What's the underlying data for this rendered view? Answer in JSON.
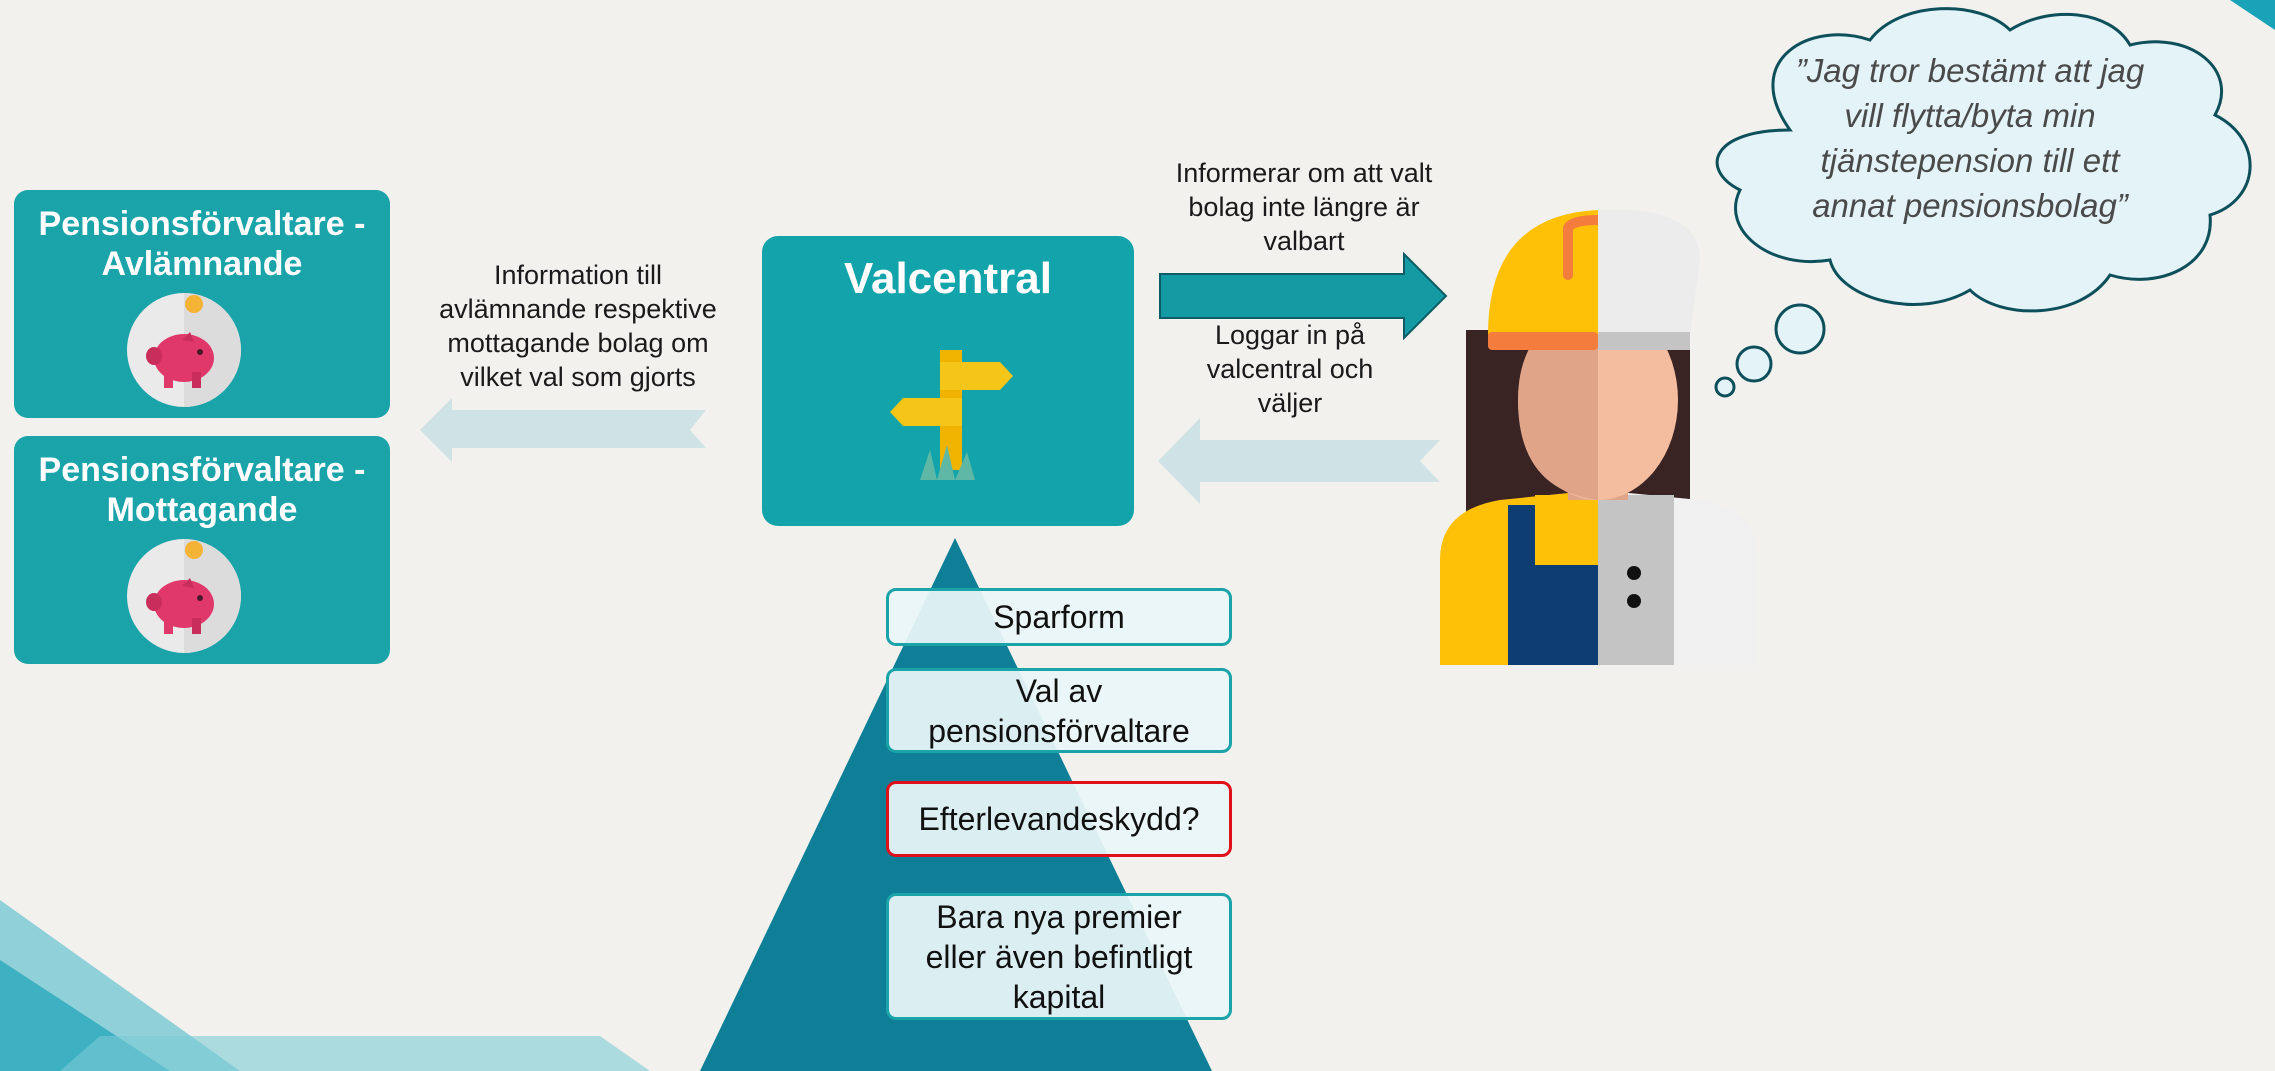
{
  "colors": {
    "teal": "#1aa3a9",
    "dark_teal": "#0e7f96",
    "light_arrow": "#cfe3e6",
    "highlight_border": "#e0101a",
    "thought_fill": "#e3f3f8"
  },
  "boxes": {
    "avlamnande_title": "Pensionsförvaltare - Avlämnande",
    "mottagande_title": "Pensionsförvaltare - Mottagande",
    "valcentral_title": "Valcentral"
  },
  "labels": {
    "info_to_companies": "Information till avlämnande respektive mottagande bolag om vilket val som gjorts",
    "informs_not_selectable": "Informerar om att valt bolag inte längre är valbart",
    "logs_in": "Loggar in på valcentral och väljer"
  },
  "pyramid_items": [
    "Sparform",
    "Val av pensionsförvaltare",
    "Efterlevandeskydd?",
    "Bara nya premier eller även befintligt kapital"
  ],
  "thought": "”Jag tror bestämt att jag vill flytta/byta min tjänstepension till ett annat pensionsbolag”",
  "icons": {
    "piggy": "piggy-bank-icon",
    "signpost": "signpost-icon",
    "worker": "worker-person-icon",
    "thought": "thought-cloud-icon"
  }
}
